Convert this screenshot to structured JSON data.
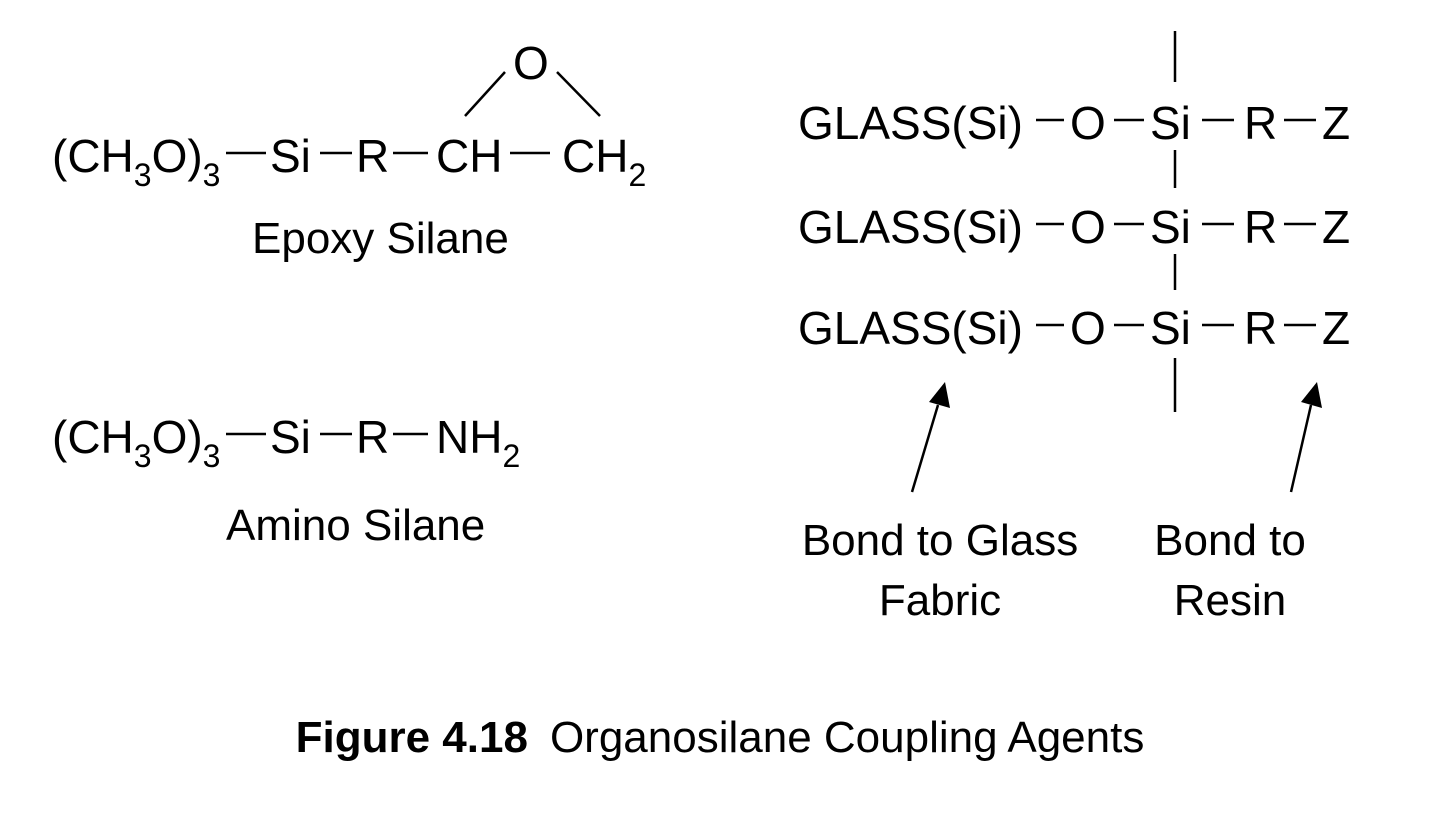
{
  "epoxy": {
    "group": "(CH",
    "sub1": "3",
    "o": "O)",
    "sub2": "3",
    "si": "Si",
    "r": "R",
    "ch": "CH",
    "ch2": "CH",
    "ch2_sub": "2",
    "ring_o": "O",
    "label": "Epoxy Silane"
  },
  "amino": {
    "group": "(CH",
    "sub1": "3",
    "o": "O)",
    "sub2": "3",
    "si": "Si",
    "r": "R",
    "nh2": "NH",
    "nh2_sub": "2",
    "label": "Amino Silane"
  },
  "glass_chain": {
    "rows": [
      {
        "glass": "GLASS(Si)",
        "o": "O",
        "si": "Si",
        "r": "R",
        "z": "Z"
      },
      {
        "glass": "GLASS(Si)",
        "o": "O",
        "si": "Si",
        "r": "R",
        "z": "Z"
      },
      {
        "glass": "GLASS(Si)",
        "o": "O",
        "si": "Si",
        "r": "R",
        "z": "Z"
      }
    ],
    "annotation_glass": {
      "line1": "Bond to Glass",
      "line2": "Fabric"
    },
    "annotation_resin": {
      "line1": "Bond to",
      "line2": "Resin"
    }
  },
  "caption": {
    "number": "Figure 4.18",
    "title": "Organosilane Coupling Agents"
  }
}
